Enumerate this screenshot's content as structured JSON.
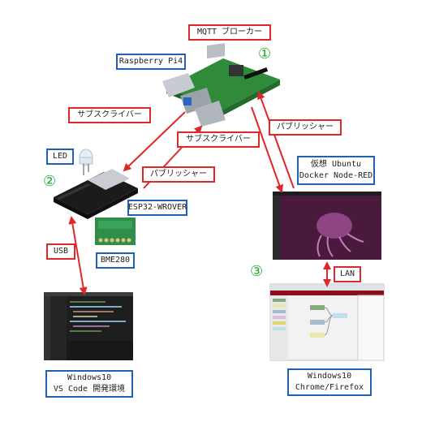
{
  "labels": {
    "broker": "MQTT ブローカー",
    "raspberry": "Raspberry Pi4",
    "subscriber_left": "サブスクライバー",
    "subscriber_mid": "サブスクライバー",
    "publisher_mid": "パブリッシャー",
    "publisher_right": "パブリッシャー",
    "led": "LED",
    "esp32": "ESP32-WROVER",
    "bme280": "BME280",
    "usb": "USB",
    "vm_line1": "仮想 Ubuntu",
    "vm_line2": "Docker Node-RED",
    "lan": "LAN",
    "win_vscode_line1": "Windows10",
    "win_vscode_line2": "VS Code 開発環境",
    "win_browser_line1": "Windows10",
    "win_browser_line2": "Chrome/Firefox"
  },
  "markers": {
    "one": "①",
    "two": "②",
    "three": "③"
  },
  "colors": {
    "arrow": "#e0262b",
    "label_border_red": "#e0262b",
    "label_border_blue": "#1f62b5",
    "marker": "#1faa2c"
  },
  "icons": {
    "raspberry_pi": "raspberry-pi-board-image",
    "esp32": "esp32-board-image",
    "bme280": "bme280-sensor-image",
    "led": "led-image",
    "ubuntu": "ubuntu-desktop-screenshot",
    "vscode": "vscode-screenshot",
    "nodered": "nodered-browser-screenshot"
  }
}
